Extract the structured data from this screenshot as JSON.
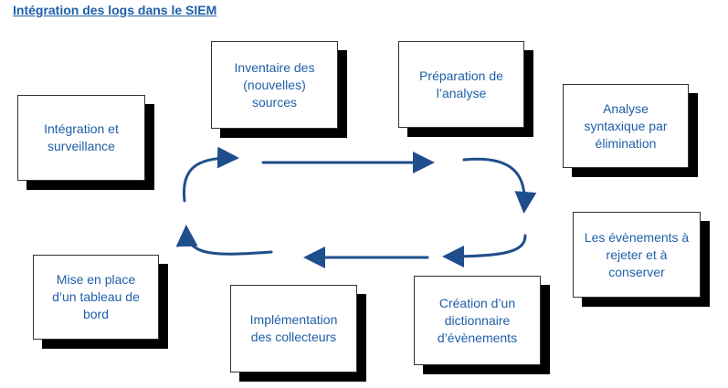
{
  "title": "Intégration des logs dans le SIEM",
  "colors": {
    "text": "#1f5fa8",
    "arrow": "#1f4e8c",
    "shadow": "#000000"
  },
  "steps": [
    {
      "label": "Inventaire des\n(nouvelles)\nsources"
    },
    {
      "label": "Préparation de\nl’analyse"
    },
    {
      "label": "Analyse\nsyntaxique par\nélimination"
    },
    {
      "label": "Les évènements à\nrejeter et à\nconserver"
    },
    {
      "label": "Création d’un\ndictionnaire\nd’évènements"
    },
    {
      "label": "Implémentation\ndes collecteurs"
    },
    {
      "label": "Mise en place\nd’un tableau de\nbord"
    },
    {
      "label": "Intégration et\nsurveillance"
    }
  ]
}
